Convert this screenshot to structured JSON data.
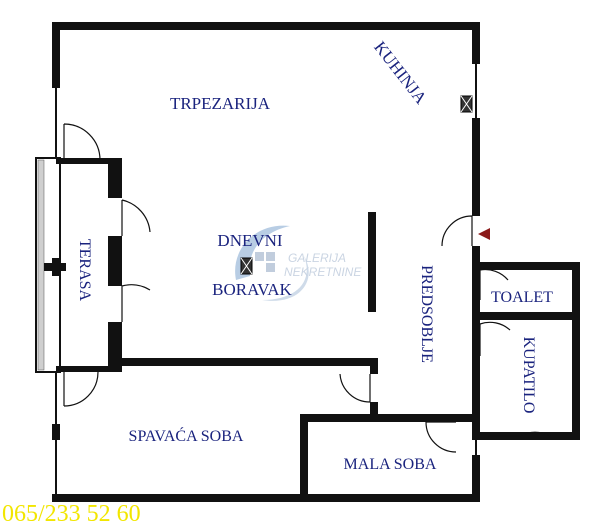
{
  "rooms": {
    "trpezarija": "TRPEZARIJA",
    "kuhinja": "KUHINJA",
    "terasa": "TERASA",
    "dnevni": "DNEVNI",
    "boravak": "BORAVAK",
    "predsoblje": "PREDSOBLJE",
    "toalet": "TOALET",
    "kupatilo": "KUPATILO",
    "spavaca_soba": "SPAVAĆA SOBA",
    "mala_soba": "MALA SOBA"
  },
  "watermark": {
    "line1": "GALERIJA",
    "line2": "NEKRETNINE"
  },
  "phone": "065/233 52 60",
  "colors": {
    "wall": "#111111",
    "label": "#1a237e",
    "phone": "#f2e600",
    "entrance_marker": "#8b1a1a",
    "watermark": "#9fb2cc"
  }
}
